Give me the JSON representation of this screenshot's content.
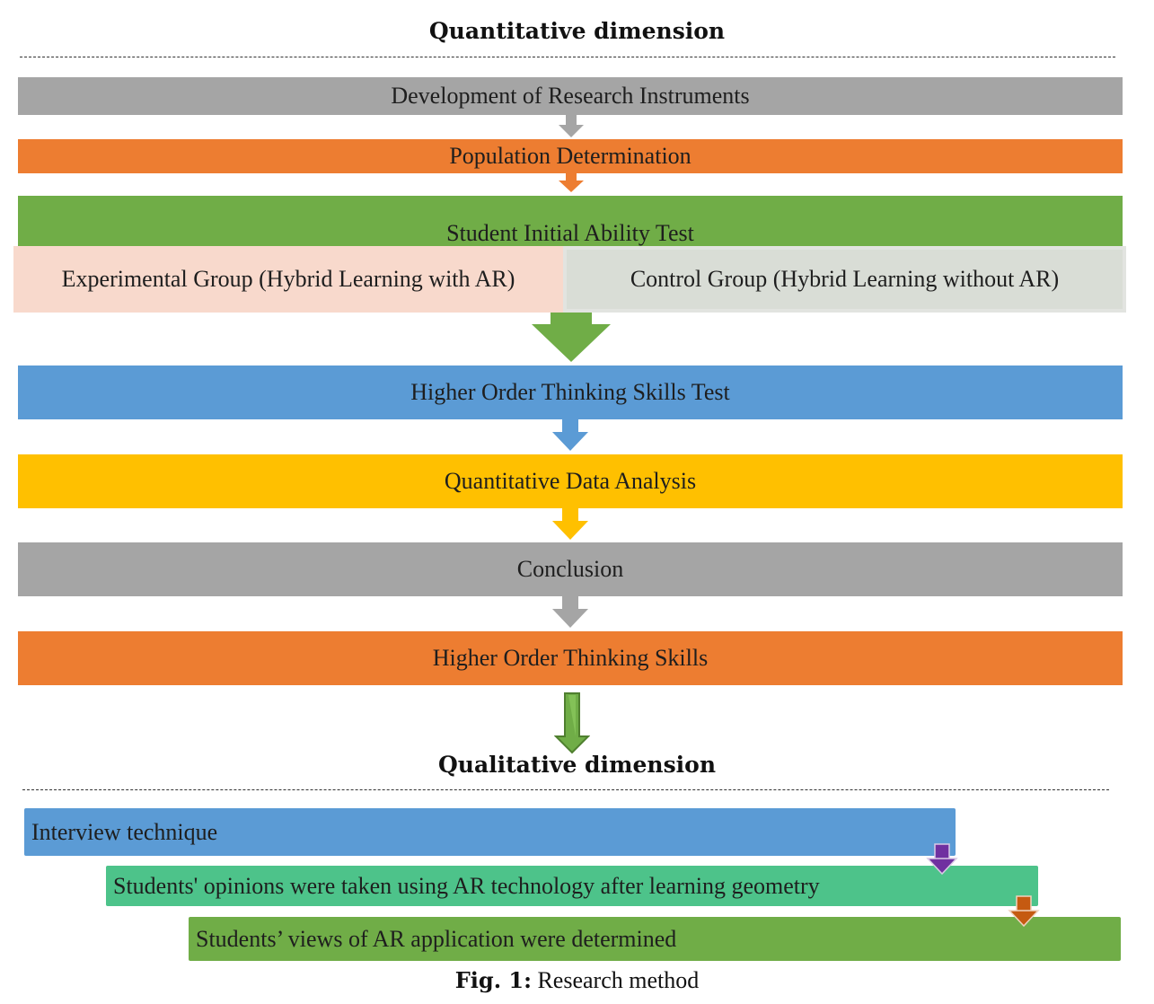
{
  "headings": {
    "quantitative": "Quantitative dimension",
    "qualitative": "Qualitative dimension"
  },
  "steps": {
    "instruments": "Development of Research Instruments",
    "population": "Population Determination",
    "initial_test": "Student Initial Ability Test",
    "experimental": "Experimental Group (Hybrid  Learning with AR)",
    "control": "Control Group (Hybrid Learning without AR)",
    "hots_test": "Higher Order Thinking Skills Test",
    "analysis": "Quantitative Data Analysis",
    "conclusion": "Conclusion",
    "hots": "Higher Order Thinking Skills"
  },
  "qualitative_steps": {
    "interview": "Interview technique",
    "opinions": "Students' opinions were taken using AR technology after learning geometry",
    "views": "Students’ views of AR application were determined"
  },
  "caption": {
    "label": "Fig. 1:",
    "text": " Research method"
  },
  "colors": {
    "gray": "#a5a5a5",
    "orange": "#ed7d31",
    "green": "#70ad47",
    "blue": "#5b9bd5",
    "gold": "#ffc000",
    "teal": "#4dc38a",
    "pink": "#f8d9cc",
    "light_gray": "#d9ddd6",
    "purple": "#7030a0",
    "brown": "#c55a11"
  }
}
